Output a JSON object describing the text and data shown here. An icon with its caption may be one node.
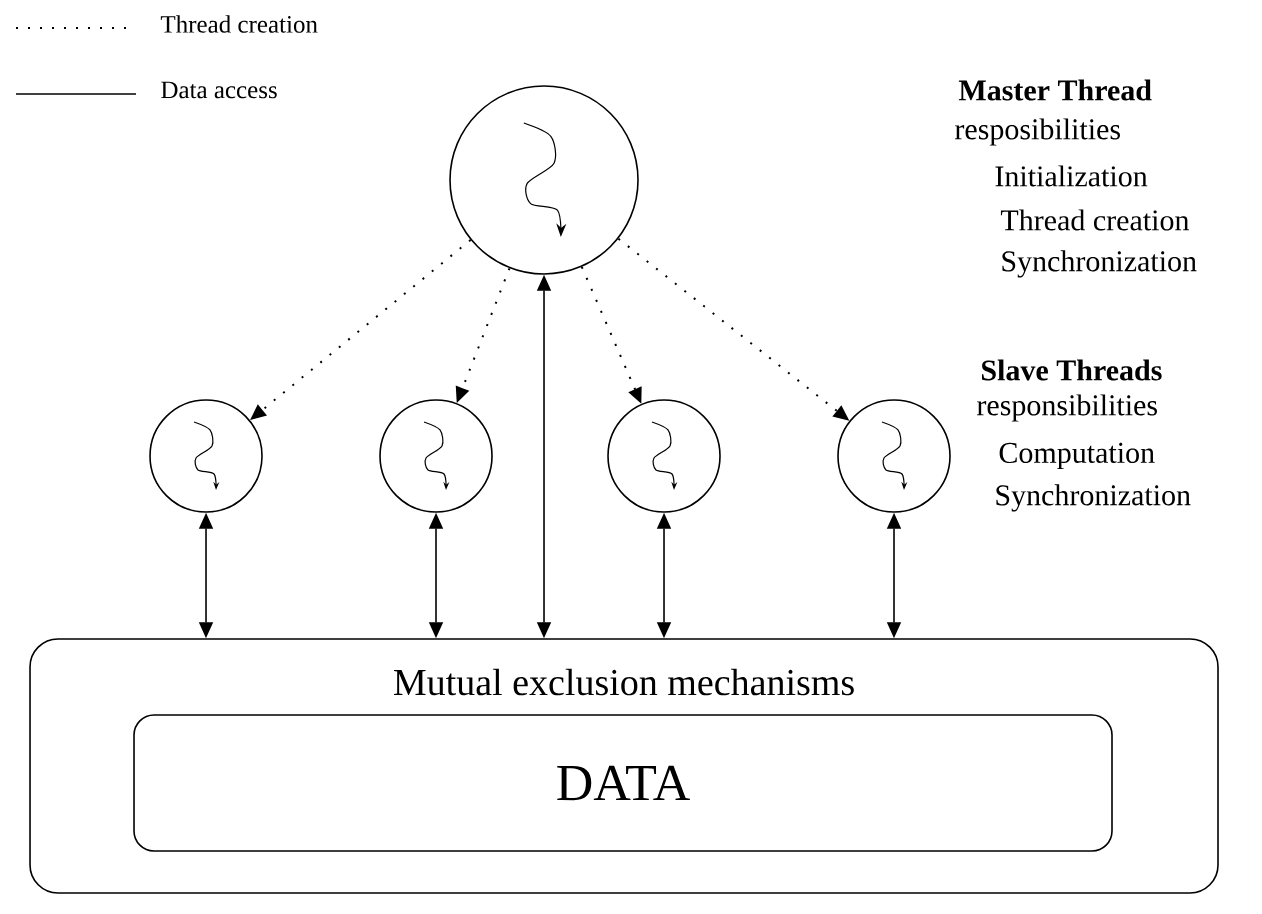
{
  "diagram": {
    "nodes": [
      {
        "text": [],
        "shape": "circle"
      },
      {
        "text": [],
        "shape": "circle"
      },
      {
        "text": [],
        "shape": "circle"
      },
      {
        "text": [],
        "shape": "circle"
      },
      {
        "text": [],
        "shape": "circle"
      },
      {
        "text": [
          "Mutual exclusion mechanisms"
        ]
      },
      {
        "text": [
          "DATA"
        ],
        "in": 5
      }
    ],
    "edges": [
      {
        "from": 0,
        "to": 1,
        "arrow": "to",
        "style": "dashed"
      },
      {
        "from": 0,
        "to": 2,
        "arrow": "to",
        "style": "dashed"
      },
      {
        "from": 0,
        "to": 3,
        "arrow": "to",
        "style": "dashed"
      },
      {
        "from": 0,
        "to": 4,
        "arrow": "to",
        "style": "dashed"
      },
      {
        "from": 1,
        "to": 5,
        "arrow": "both"
      },
      {
        "from": 2,
        "to": 5,
        "arrow": "both"
      },
      {
        "from": 0,
        "to": 5,
        "arrow": "both"
      },
      {
        "from": 3,
        "to": 5,
        "arrow": "both"
      },
      {
        "from": 4,
        "to": 5,
        "arrow": "both"
      }
    ],
    "labels": [
      "**Master Thread**",
      "resposibilities",
      "Initialization",
      "Thread creation",
      "Synchronization",
      "**Slave Threads**",
      "responsibilities",
      "Computation",
      "Synchronization"
    ],
    "legend": [
      {
        "text": "Thread creation"
      },
      {
        "text": "Data access"
      }
    ]
  }
}
